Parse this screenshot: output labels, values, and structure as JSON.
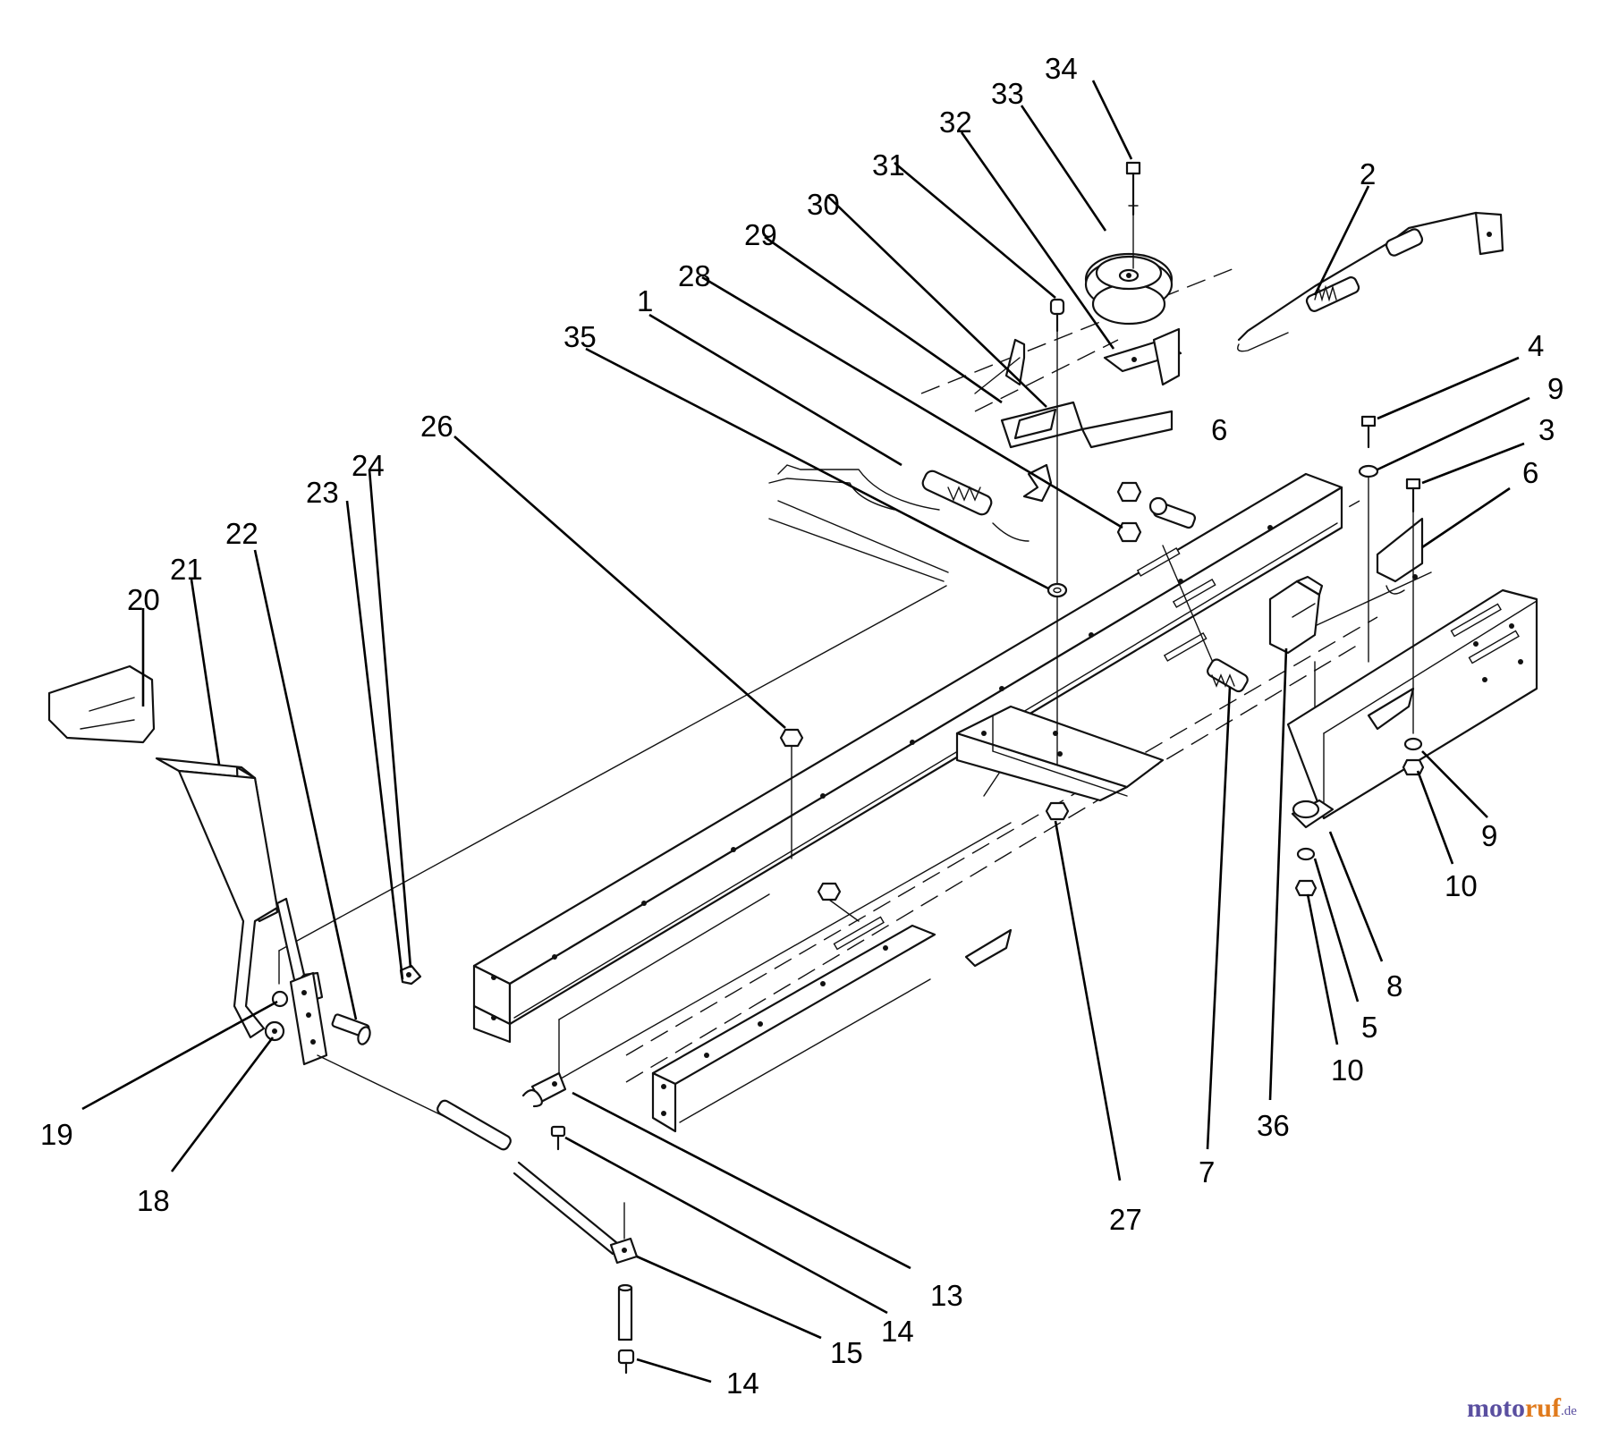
{
  "diagram": {
    "callouts": [
      "34",
      "33",
      "32",
      "31",
      "30",
      "29",
      "28",
      "1",
      "35",
      "26",
      "24",
      "23",
      "22",
      "21",
      "20",
      "2",
      "4",
      "9",
      "3",
      "6",
      "6",
      "9",
      "10",
      "8",
      "5",
      "10",
      "36",
      "7",
      "27",
      "19",
      "18",
      "13",
      "14",
      "15",
      "14"
    ],
    "watermark": {
      "name": "motoruf",
      "suffix": ".de"
    }
  }
}
